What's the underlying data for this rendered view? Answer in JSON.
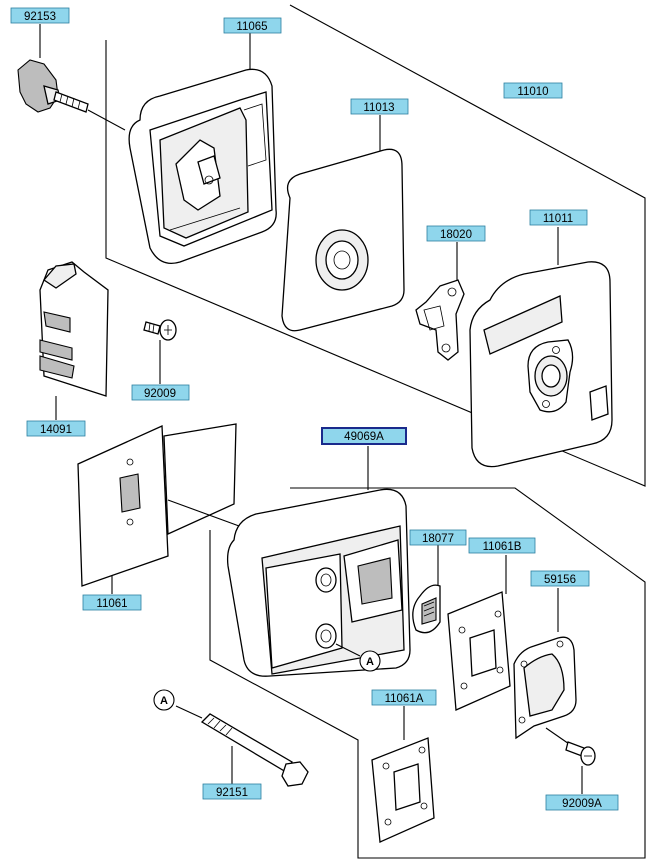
{
  "parts": {
    "p92153": "92153",
    "p11065": "11065",
    "p11013": "11013",
    "p11010": "11010",
    "p18020": "18020",
    "p11011": "11011",
    "p92009": "92009",
    "p14091": "14091",
    "p49069A": "49069A",
    "p11061": "11061",
    "p18077": "18077",
    "p11061B": "11061B",
    "p59156": "59156",
    "p11061A": "11061A",
    "p92151": "92151",
    "p92009A": "92009A"
  },
  "callouts": {
    "a_ref_1": "A",
    "a_ref_2": "A"
  },
  "colors": {
    "label_fill": "#8fd6ec",
    "label_border": "#2c7fa0",
    "selected_border": "#1a2a8c"
  }
}
